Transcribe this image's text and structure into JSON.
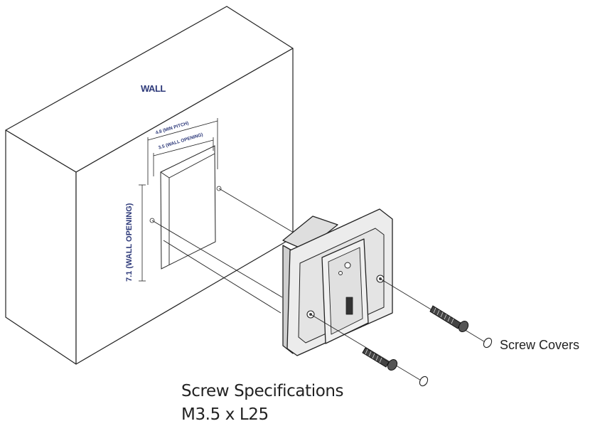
{
  "wall": {
    "label": "WALL"
  },
  "dimensions": {
    "outer": "4.8 (MIN PITCH)",
    "inner": "3.5 (WALL OPENING)",
    "side": "7.1   (WALL OPENING)"
  },
  "callouts": {
    "screw_covers": "Screw Covers"
  },
  "specs": {
    "title": "Screw Specifications",
    "value": "M3.5 x L25"
  },
  "colors": {
    "annotation": "#2e3a7a",
    "line": "#222222",
    "plate": "#e9e9e9",
    "hole": "#f1f1f1"
  }
}
